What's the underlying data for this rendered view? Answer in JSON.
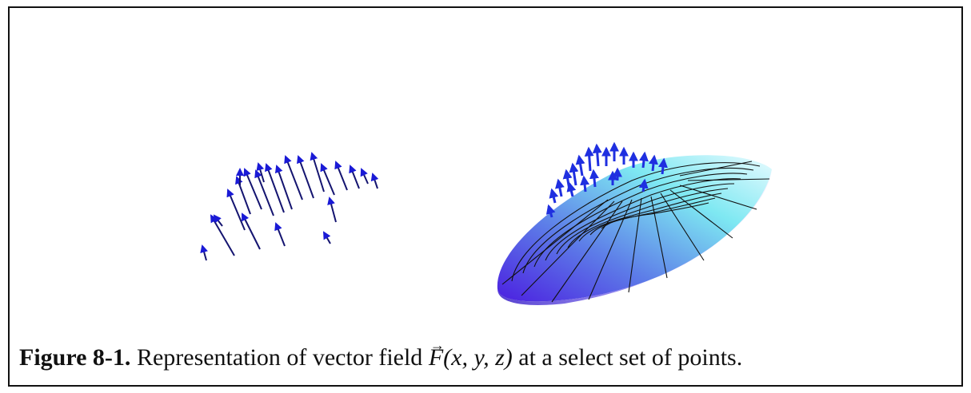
{
  "figure": {
    "label": "Figure 8-1.",
    "caption_before": " Representation of vector field ",
    "caption_symbol": "F",
    "caption_args": "(x, y, z)",
    "caption_after": " at a select set of points."
  },
  "colors": {
    "arrow": "#1a1ad6",
    "arrow_dark": "#141470",
    "surface_purple": "#5a2be6",
    "surface_cyan": "#7df0f0",
    "mesh": "#111111",
    "frame": "#111111"
  }
}
